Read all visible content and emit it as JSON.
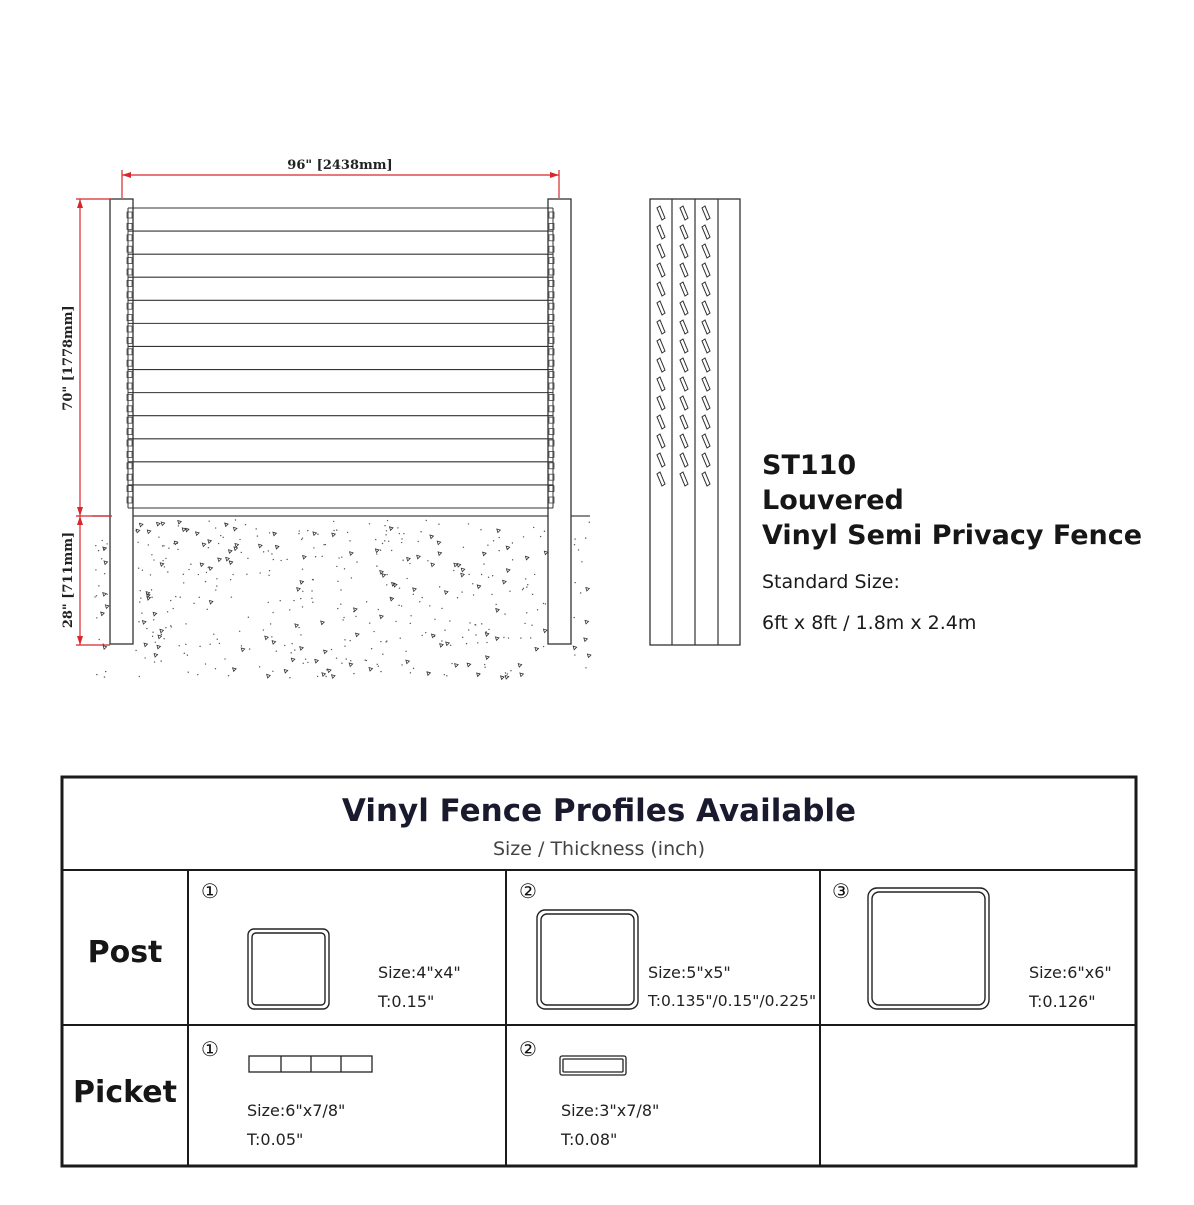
{
  "drawing": {
    "width_dim": "96\" [2438mm]",
    "height_dim": "70\" [1778mm]",
    "depth_dim": "28\" [711mm]"
  },
  "product": {
    "code": "ST110",
    "line1": "Louvered",
    "line2": "Vinyl Semi Privacy Fence",
    "size_label": "Standard Size:",
    "size_value": "6ft x 8ft / 1.8m x 2.4m"
  },
  "table": {
    "title": "Vinyl Fence Profiles Available",
    "subtitle": "Size / Thickness (inch)",
    "post": {
      "label": "Post",
      "items": [
        {
          "num": "①",
          "size": "Size:4\"x4\"",
          "t": "T:0.15\""
        },
        {
          "num": "②",
          "size": "Size:5\"x5\"",
          "t": "T:0.135\"/0.15\"/0.225\""
        },
        {
          "num": "③",
          "size": "Size:6\"x6\"",
          "t": "T:0.126\""
        }
      ]
    },
    "picket": {
      "label": "Picket",
      "items": [
        {
          "num": "①",
          "size": "Size:6\"x7/8\"",
          "t": "T:0.05\""
        },
        {
          "num": "②",
          "size": "Size:3\"x7/8\"",
          "t": "T:0.08\""
        }
      ]
    }
  },
  "colors": {
    "dimension_red": "#d8262c",
    "line": "#2a2a2a"
  }
}
